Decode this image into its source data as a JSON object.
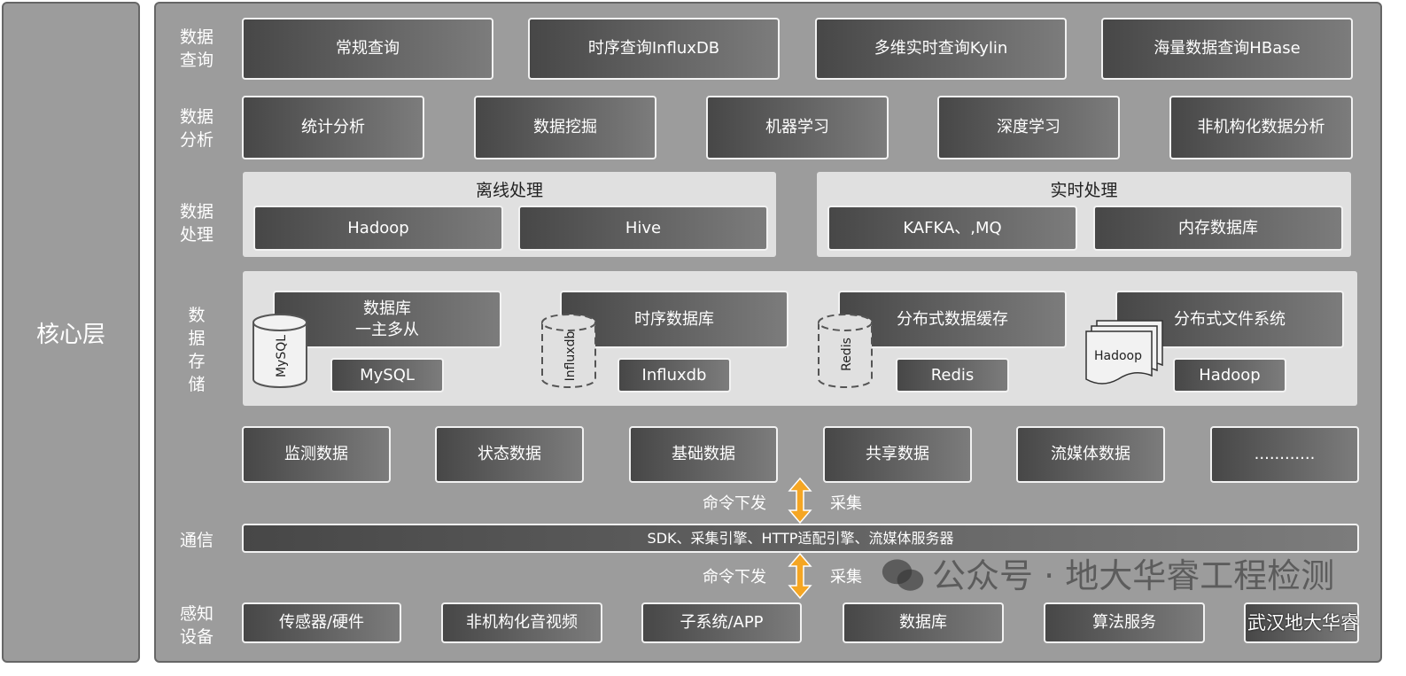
{
  "core_label": "核心层",
  "layers": {
    "query": {
      "label": "数据\n查询",
      "items": [
        "常规查询",
        "时序查询InfluxDB",
        "多维实时查询Kylin",
        "海量数据查询HBase"
      ]
    },
    "analysis": {
      "label": "数据\n分析",
      "items": [
        "统计分析",
        "数据挖掘",
        "机器学习",
        "深度学习",
        "非机构化数据分析"
      ]
    },
    "processing": {
      "label": "数据\n处理",
      "offline": {
        "title": "离线处理",
        "items": [
          "Hadoop",
          "Hive"
        ]
      },
      "realtime": {
        "title": "实时处理",
        "items": [
          "KAFKA、,MQ",
          "内存数据库"
        ]
      }
    },
    "storage": {
      "label": "数\n据\n存\n储",
      "groups": [
        {
          "title": "数据库\n一主多从",
          "tech": "MySQL",
          "icon_text": "MySQL"
        },
        {
          "title": "时序数据库",
          "tech": "Influxdb",
          "icon_text": "Influxdb"
        },
        {
          "title": "分布式数据缓存",
          "tech": "Redis",
          "icon_text": "Redis"
        },
        {
          "title": "分布式文件系统",
          "tech": "Hadoop",
          "icon_text": "Hadoop"
        }
      ]
    },
    "data_types": {
      "items": [
        "监测数据",
        "状态数据",
        "基础数据",
        "共享数据",
        "流媒体数据",
        "............"
      ]
    },
    "arrows": {
      "down": "命令下发",
      "up": "采集"
    },
    "communication": {
      "label": "通信",
      "bar": "SDK、采集引擎、HTTP适配引擎、流媒体服务器"
    },
    "devices": {
      "label": "感知\n设备",
      "items": [
        "传感器/硬件",
        "非机构化音视频",
        "子系统/APP",
        "数据库",
        "算法服务",
        ""
      ]
    }
  },
  "watermark": {
    "main": "公众号 · 地大华睿工程检测",
    "sub": "武汉地大华睿"
  },
  "colors": {
    "arrow": "#f5a623",
    "panel": "#9c9c9c"
  }
}
